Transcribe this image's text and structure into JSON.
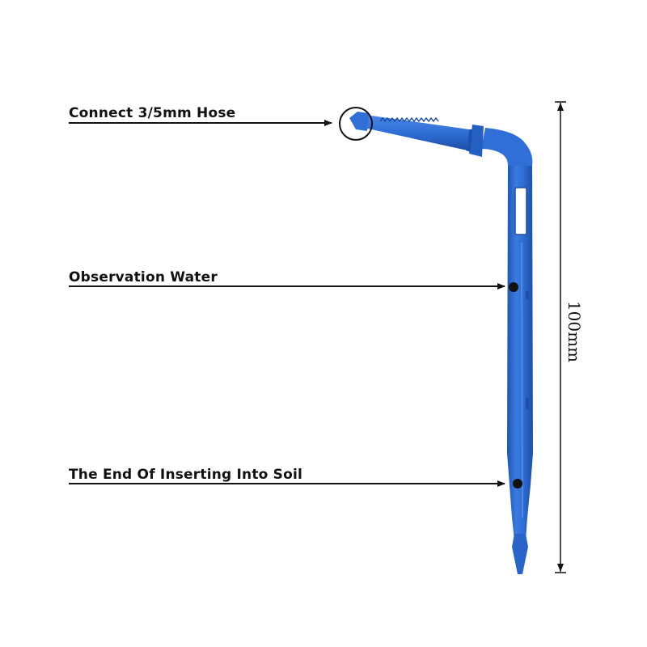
{
  "callouts": [
    {
      "id": "hose",
      "label": "Connect 3/5mm Hose"
    },
    {
      "id": "observation",
      "label": "Observation Water"
    },
    {
      "id": "end",
      "label": "The End Of Inserting Into Soil"
    }
  ],
  "dimension": {
    "label": "100mm"
  },
  "colors": {
    "dripper_blue": "#2f6fd6",
    "dripper_blue_dark": "#1f55b0",
    "dripper_highlight": "#6a9df0",
    "ink": "#111111"
  }
}
